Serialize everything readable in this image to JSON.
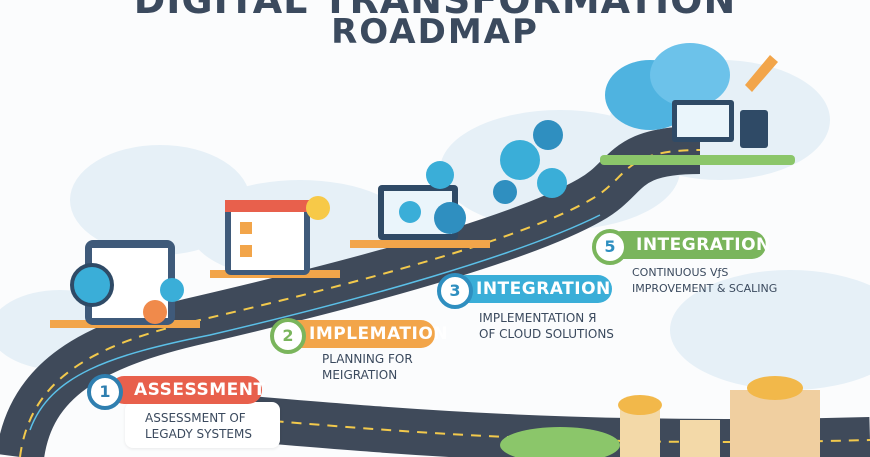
{
  "header": {
    "title_line1": "DIGITAL TRANSFORMATION",
    "title_line2": "ROADMAP"
  },
  "steps": [
    {
      "number": "1",
      "label": "ASSESSMENT",
      "desc_line1": "ASSESSMENT OF",
      "desc_line2": "LEGADY SYSTEMS",
      "color": "#e8604c",
      "ring": "#2f7fb0"
    },
    {
      "number": "2",
      "label": "IMPLEMATION",
      "desc_line1": "PLANNING FOR",
      "desc_line2": "MEIGRATION",
      "color": "#f2a54a",
      "ring": "#7ab55c"
    },
    {
      "number": "3",
      "label": "INTEGRATION",
      "desc_line1": "IMPLEMENTATION Я",
      "desc_line2": "OF CLOUD SOLUTIONS",
      "color": "#3aaed8",
      "ring": "#2f8fc0"
    },
    {
      "number": "5",
      "label": "INTEGRATION",
      "desc_line1": "CONTINUOUS VƒS",
      "desc_line2": "IMPROVEMENT & SCALING",
      "color": "#7ab55c",
      "ring": "#7ab55c"
    }
  ],
  "colors": {
    "road": "#3f4a5a",
    "road_line": "#f2c94c",
    "cloud": "#e3eef6",
    "text": "#3b4a5e"
  }
}
